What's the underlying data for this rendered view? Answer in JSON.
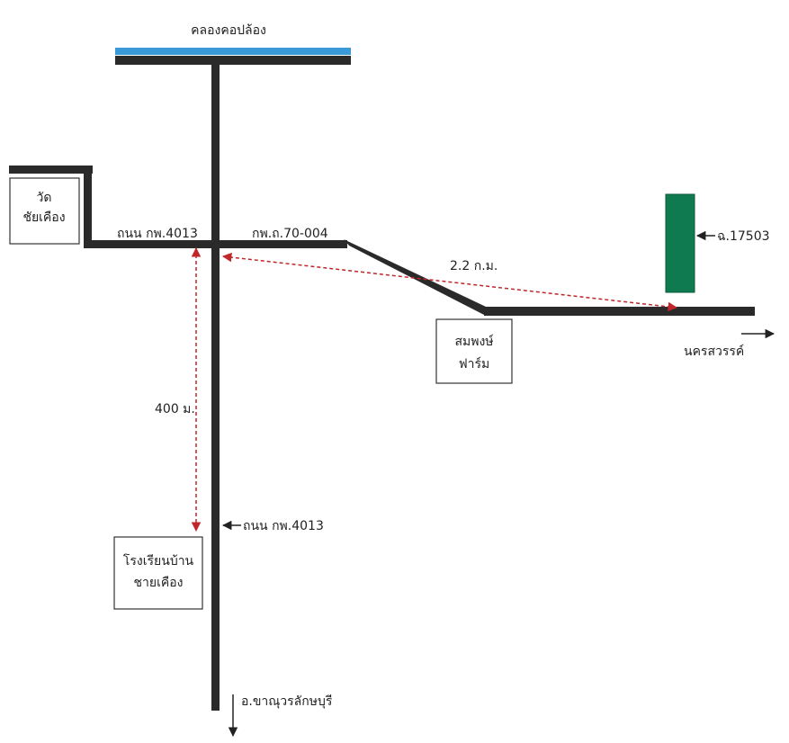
{
  "canal": {
    "name": "คลองคอปล้อง",
    "color": "#3a9ad9"
  },
  "temple": {
    "line1": "วัด",
    "line2": "ชัยเคือง"
  },
  "roads": {
    "main_road_label": "ถนน กพ.4013",
    "east_road_label": "กพ.ถ.70-004",
    "main_road_label_south": "ถนน กพ.4013",
    "road_color": "#2a2a2a"
  },
  "farm": {
    "line1": "สมพงษ์",
    "line2": "ฟาร์ม"
  },
  "school": {
    "line1": "โรงเรียนบ้าน",
    "line2": "ชายเคือง"
  },
  "site": {
    "label": "ฉ.17503",
    "color": "#0f7a50"
  },
  "distances": {
    "east": "2.2 ก.ม.",
    "south": "400 ม.",
    "color": "#c0262a"
  },
  "directions": {
    "east": "นครสวรรค์",
    "south": "อ.ขาณุวรลักษบุรี"
  }
}
